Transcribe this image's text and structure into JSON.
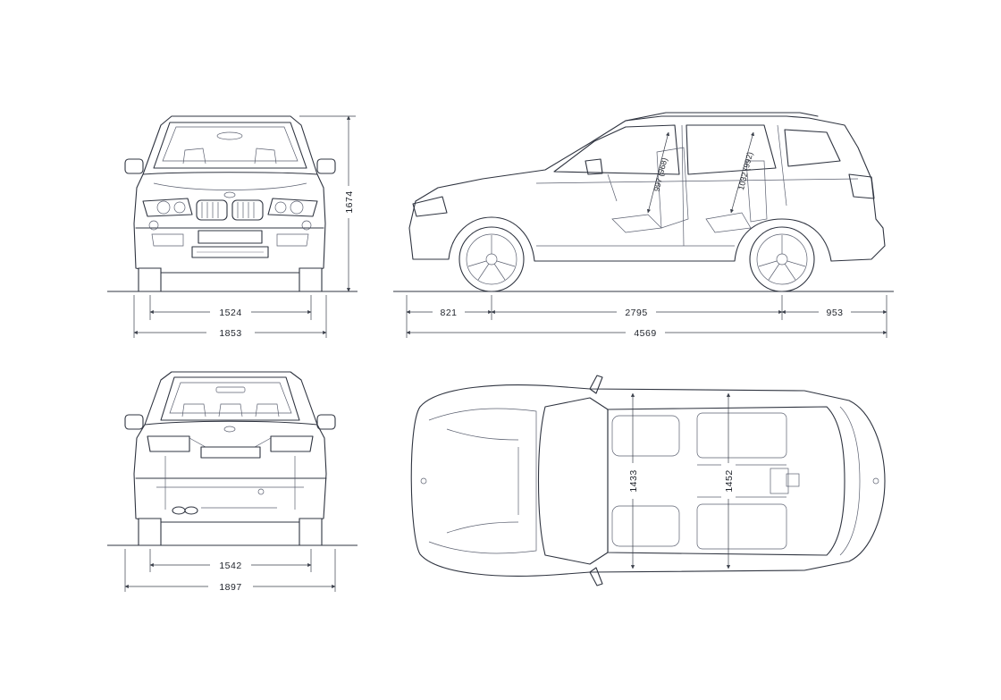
{
  "views": {
    "front": {
      "track": "1524",
      "width": "1853",
      "height": "1674"
    },
    "side": {
      "front_overhang": "821",
      "wheelbase": "2795",
      "rear_overhang": "953",
      "length": "4569",
      "headroom_front": "997 (968)",
      "headroom_rear": "1032 (992)"
    },
    "rear": {
      "track": "1542",
      "width": "1897"
    },
    "top": {
      "shoulder_front": "1433",
      "shoulder_rear": "1452"
    }
  }
}
